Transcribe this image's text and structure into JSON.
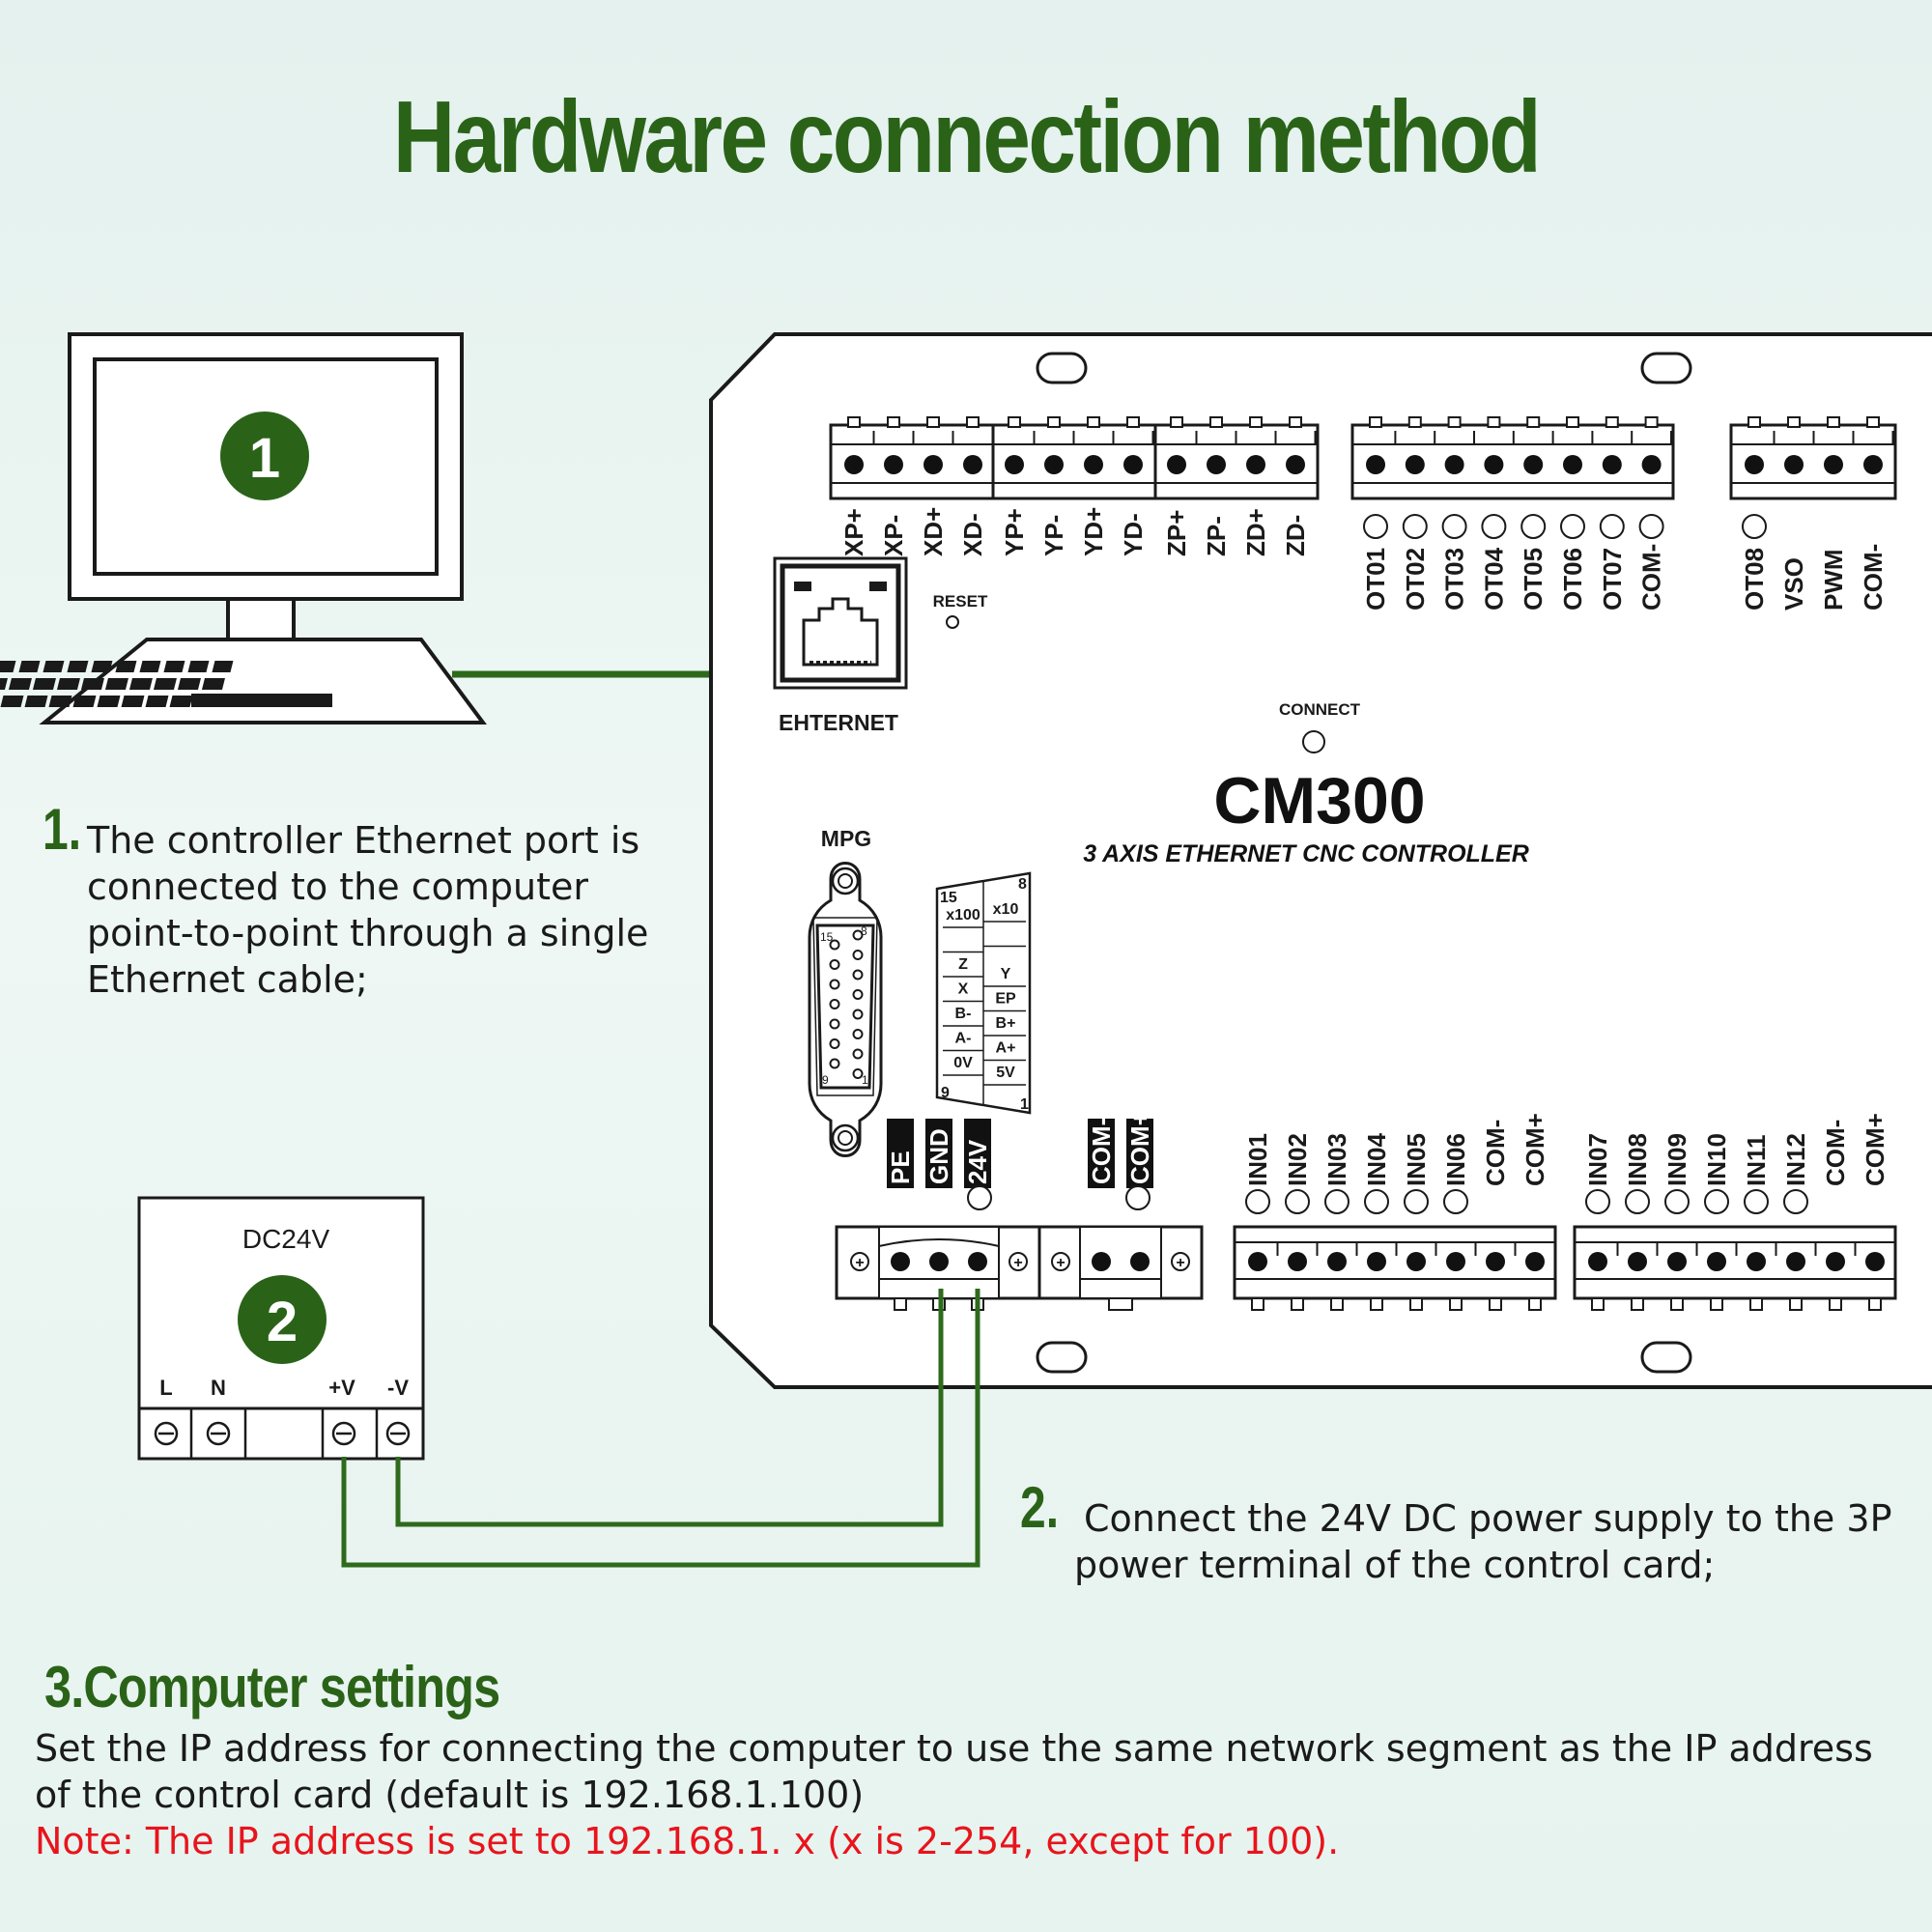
{
  "title": "Hardware connection method",
  "computer": {
    "badge": "1"
  },
  "ethernet_label": "EHTERNET",
  "reset_label": "RESET",
  "connect_label": "CONNECT",
  "controller": {
    "model": "CM300",
    "subtitle": "3 AXIS ETHERNET CNC CONTROLLER"
  },
  "mpg": {
    "label": "MPG",
    "pin_top_left": "15",
    "pin_top_right": "8",
    "pin_bottom_left": "9",
    "pin_bottom_right": "1",
    "left_col": [
      "x100",
      "",
      "Z",
      "X",
      "B-",
      "A-",
      "0V"
    ],
    "right_col": [
      "x10",
      "",
      "Y",
      "EP",
      "B+",
      "A+",
      "5V"
    ]
  },
  "axis_terminal_labels": [
    "XP+",
    "XP-",
    "XD+",
    "XD-",
    "YP+",
    "YP-",
    "YD+",
    "YD-",
    "ZP+",
    "ZP-",
    "ZD+",
    "ZD-"
  ],
  "output_labels_1": [
    "OT01",
    "OT02",
    "OT03",
    "OT04",
    "OT05",
    "OT06",
    "OT07",
    "COM-"
  ],
  "output_labels_2": [
    "OT08",
    "VSO",
    "PWM",
    "COM-"
  ],
  "power_labels": [
    "PE",
    "GND",
    "24V"
  ],
  "com_labels": [
    "COM-",
    "COM+"
  ],
  "input_labels_1": [
    "IN01",
    "IN02",
    "IN03",
    "IN04",
    "IN05",
    "IN06",
    "COM-",
    "COM+"
  ],
  "input_labels_2": [
    "IN07",
    "IN08",
    "IN09",
    "IN10",
    "IN11",
    "IN12",
    "COM-",
    "COM+"
  ],
  "psu": {
    "label": "DC24V",
    "badge": "2",
    "terminals": [
      "L",
      "N",
      "+V",
      "-V"
    ]
  },
  "step1": {
    "num": "1.",
    "text": "The controller Ethernet port is connected to the computer point-to-point through a single Ethernet cable;"
  },
  "step2": {
    "num": "2.",
    "text": "Connect the 24V DC power supply to the 3P power terminal of the control card;"
  },
  "section3": {
    "title": "3.Computer settings",
    "text": "Set the IP address for connecting the computer to use the same network segment as the IP address of the control card (default is 192.168.1.100)",
    "note": "Note: The IP address is set to 192.168.1. x (x is 2-254, except for 100)."
  },
  "colors": {
    "green": "#2a6318",
    "red": "#e8141c",
    "wire": "#2e6a1c"
  }
}
